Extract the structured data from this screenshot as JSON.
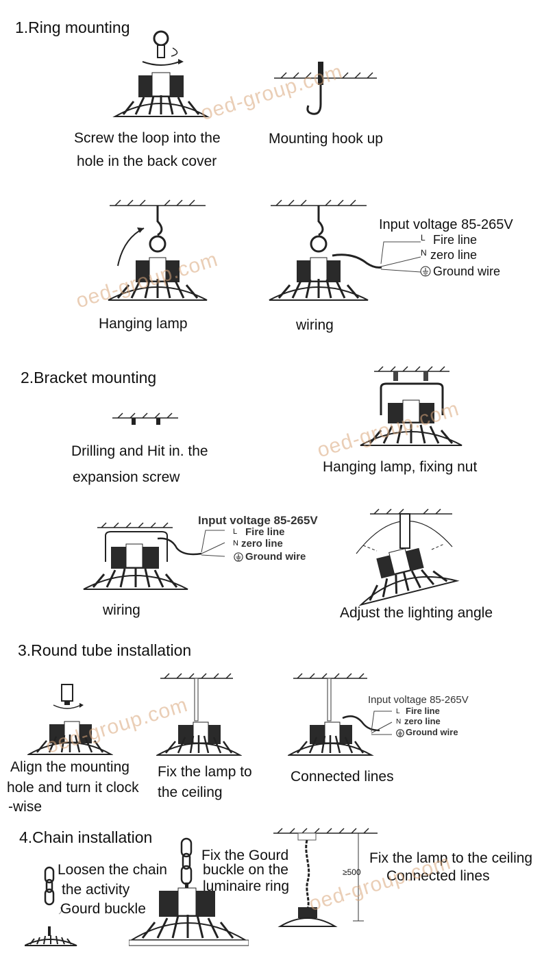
{
  "watermark": "oed-group.com",
  "sections": {
    "ring": {
      "title": "1.Ring mounting",
      "step1": [
        "Screw the loop into the",
        "hole in the back cover"
      ],
      "step2": "Mounting hook up",
      "step3": "Hanging lamp",
      "step4": "wiring"
    },
    "bracket": {
      "title": "2.Bracket mounting",
      "step1": [
        "Drilling and Hit in. the",
        "expansion screw"
      ],
      "step2": "Hanging lamp, fixing nut",
      "step3": "wiring",
      "step4": "Adjust the lighting angle"
    },
    "tube": {
      "title": "3.Round tube installation",
      "step1": [
        "Align the mounting",
        "hole and turn it clock",
        "-wise"
      ],
      "step2": [
        "Fix the lamp to",
        "the ceiling"
      ],
      "step3": "Connected lines"
    },
    "chain": {
      "title": "4.Chain installation",
      "step1": [
        "Loosen the chain",
        "the activity",
        "Gourd buckle"
      ],
      "step2": [
        "Fix the Gourd",
        "buckle on the",
        "luminaire ring"
      ],
      "step3": [
        "Fix the lamp to the ceiling",
        "Connected lines"
      ],
      "distance": "≥500"
    }
  },
  "wiring": {
    "voltage": "Input voltage 85-265V",
    "l_mark": "L",
    "l_text": "Fire line",
    "n_mark": "N",
    "n_text": "zero line",
    "ground": "Ground wire"
  }
}
